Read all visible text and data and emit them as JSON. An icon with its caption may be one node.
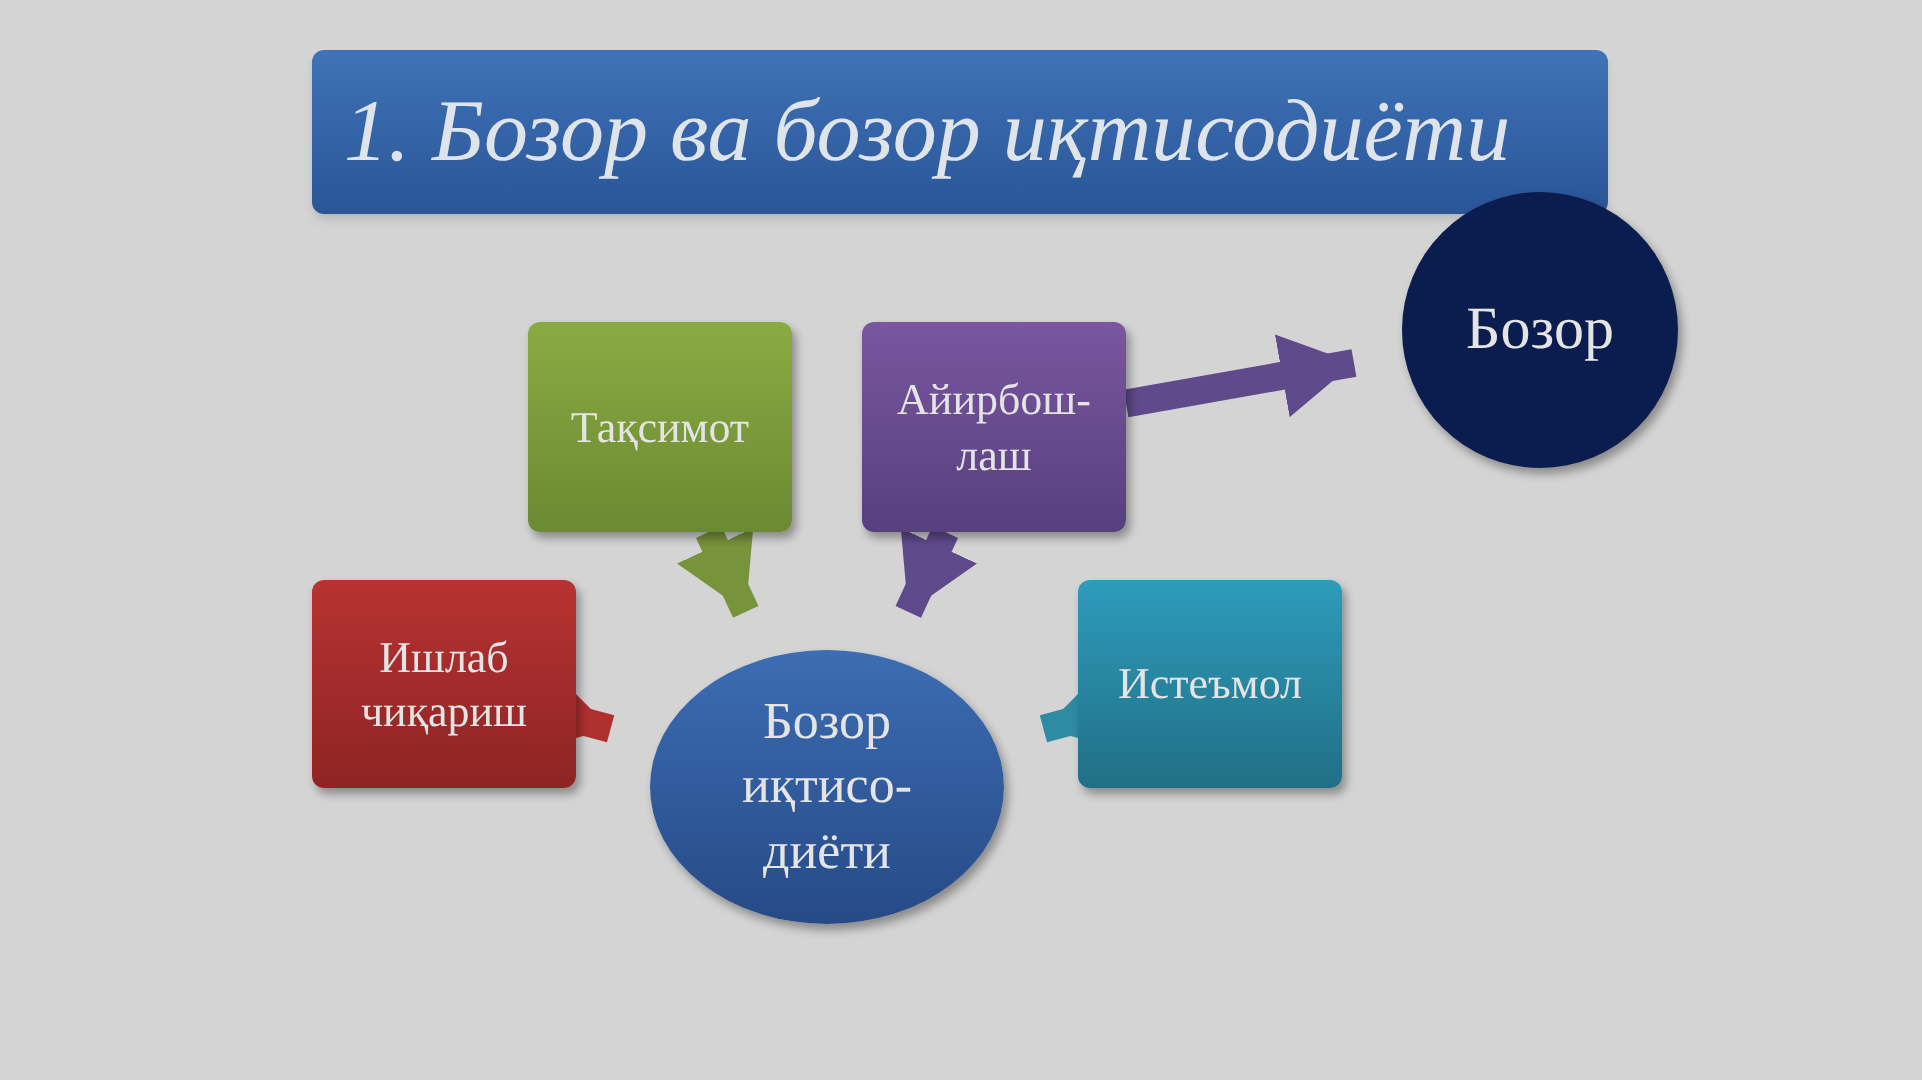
{
  "diagram": {
    "title": "1. Бозор ва бозор иқтисодиёти",
    "nodes": [
      {
        "text": [
          "Тақсимот"
        ]
      },
      {
        "text": [
          "Айирбош-лаш"
        ]
      },
      {
        "text": [
          "Бозор"
        ]
      },
      {
        "text": [
          "Ишлаб чиқариш"
        ]
      },
      {
        "text": [
          "Бозор иқтисо-диёти"
        ]
      },
      {
        "text": [
          "Истеъмол"
        ]
      }
    ],
    "edges": [
      {
        "from": 0,
        "to": 4,
        "arrow": "to",
        "color": "#77933c"
      },
      {
        "from": 1,
        "to": 4,
        "arrow": "to",
        "color": "#5f4a8b"
      },
      {
        "from": 1,
        "to": 2,
        "arrow": "to",
        "color": "#5f4a8b"
      },
      {
        "from": 3,
        "to": 4,
        "arrow": "to",
        "color": "#b03030"
      },
      {
        "from": 5,
        "to": 4,
        "arrow": "to",
        "color": "#2e8ba3"
      }
    ]
  }
}
